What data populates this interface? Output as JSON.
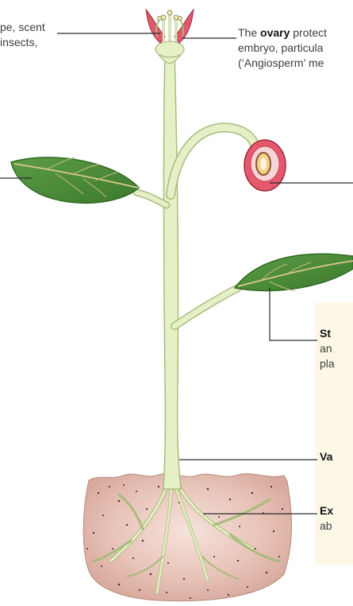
{
  "labels": {
    "flower_attract": {
      "line1": "pe, scent",
      "line2": " insects,"
    },
    "ovary": {
      "pre": "The ",
      "term": "ovary",
      "post": " protect",
      "line2": "embryo, particula",
      "line3": "(‘Angiosperm’ me"
    },
    "stomata": {
      "term": "St",
      "line2": "an",
      "line3": "pla"
    },
    "vascular": {
      "term": "Va"
    },
    "roots": {
      "term": "Ex",
      "line2": "ab"
    }
  },
  "colors": {
    "stem": "#e6f0c6",
    "stem_outline": "#a9bb7d",
    "leaf": "#4a8a36",
    "leaf_dark": "#2f6a24",
    "petal": "#e05a6e",
    "fruit": "#e6586c",
    "seed": "#f4cf8a",
    "soil": "#e0b9ae",
    "panel": "#fdf8e6",
    "pointer": "#2a2a2a"
  }
}
